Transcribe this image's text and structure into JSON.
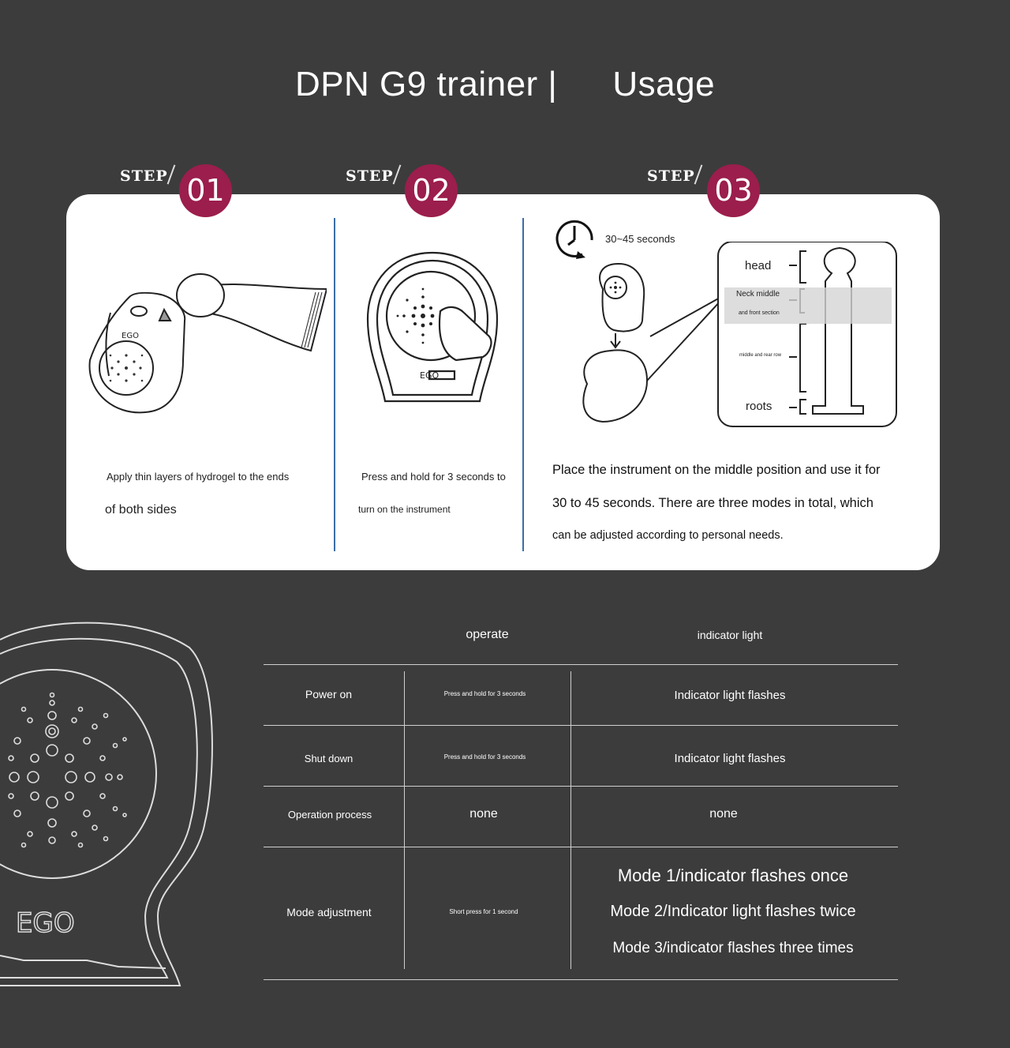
{
  "title": {
    "product": "DPN G9 trainer |",
    "section": "Usage"
  },
  "steps": [
    {
      "label": "STEP",
      "number": "01",
      "line1": "Apply thin layers of hydrogel to the ends",
      "line2": "of both sides"
    },
    {
      "label": "STEP",
      "number": "02",
      "line1": "Press and hold for 3 seconds to",
      "line2": "turn on the instrument"
    },
    {
      "label": "STEP",
      "number": "03",
      "line1": "Place the instrument on the middle position and use it for",
      "line2": "30 to 45 seconds. There are three modes in total, which",
      "line3": "can be adjusted according to personal needs."
    }
  ],
  "timer": {
    "text": "30~45 seconds"
  },
  "diagram": {
    "head": "head",
    "neck": "Neck middle",
    "front": "and front section",
    "rear": "middle and rear row",
    "roots": "roots"
  },
  "device_logo": "EGO",
  "table": {
    "headers": {
      "operate": "operate",
      "indicator": "indicator light"
    },
    "rows": [
      {
        "name": "Power on",
        "operate": "Press and hold for 3 seconds",
        "indicator": "Indicator light flashes"
      },
      {
        "name": "Shut down",
        "operate": "Press and hold for 3 seconds",
        "indicator": "Indicator light flashes"
      },
      {
        "name": "Operation process",
        "operate": "none",
        "indicator": "none"
      },
      {
        "name": "Mode adjustment",
        "operate": "Short press for 1 second",
        "modes": [
          "Mode 1/indicator flashes once",
          "Mode 2/Indicator light flashes twice",
          "Mode 3/indicator flashes three times"
        ]
      }
    ]
  }
}
